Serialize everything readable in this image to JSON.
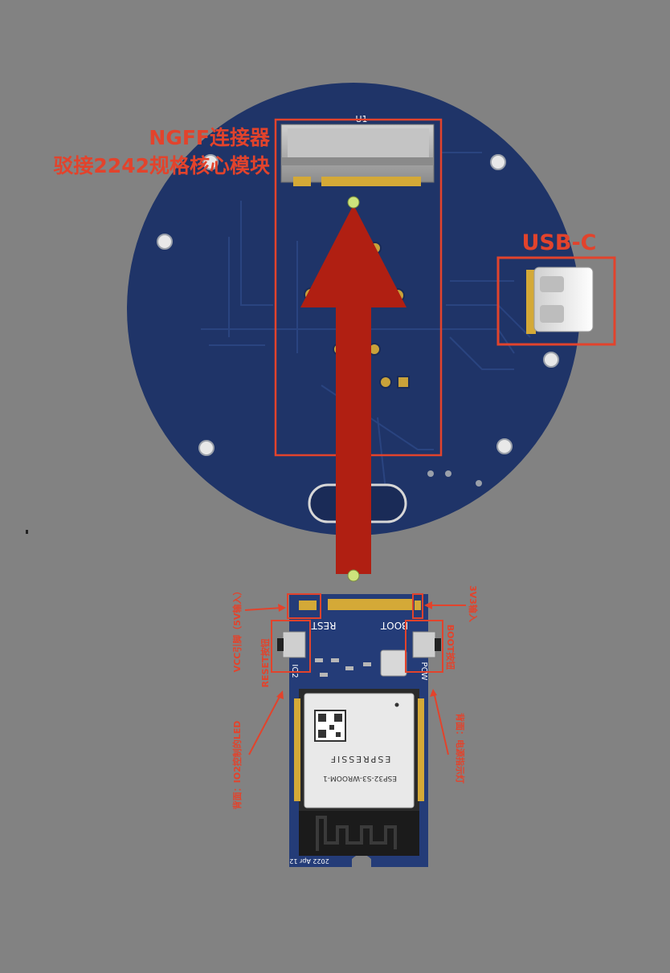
{
  "base_board": {
    "designator": "U1"
  },
  "annotations": {
    "ngff_line1": "NGFF连接器",
    "ngff_line2": "驳接2242规格核心模块",
    "usb_c": "USB-C",
    "vcc_pin": "VCC引脚（5V输入）",
    "reset_button": "RESET按钮",
    "io2_led": "背面：IO2控制的LED",
    "v3_input": "3V3输入",
    "boot_button": "BOOT按钮",
    "power_led": "背面：电源指示灯"
  },
  "module": {
    "silk_rest": "REST",
    "silk_boot": "BOOT",
    "silk_io2": "IO2",
    "silk_pcw": "PCW",
    "silk_date": "2022 Apr 12",
    "shield_model": "ESP32-S3-WROOM-1",
    "shield_brand": "ESPRESSIF"
  },
  "colors": {
    "background": "#828282",
    "pcb_blue": "#1f3468",
    "annotation_red": "#e2432c",
    "arrow_red": "#b01f12"
  }
}
